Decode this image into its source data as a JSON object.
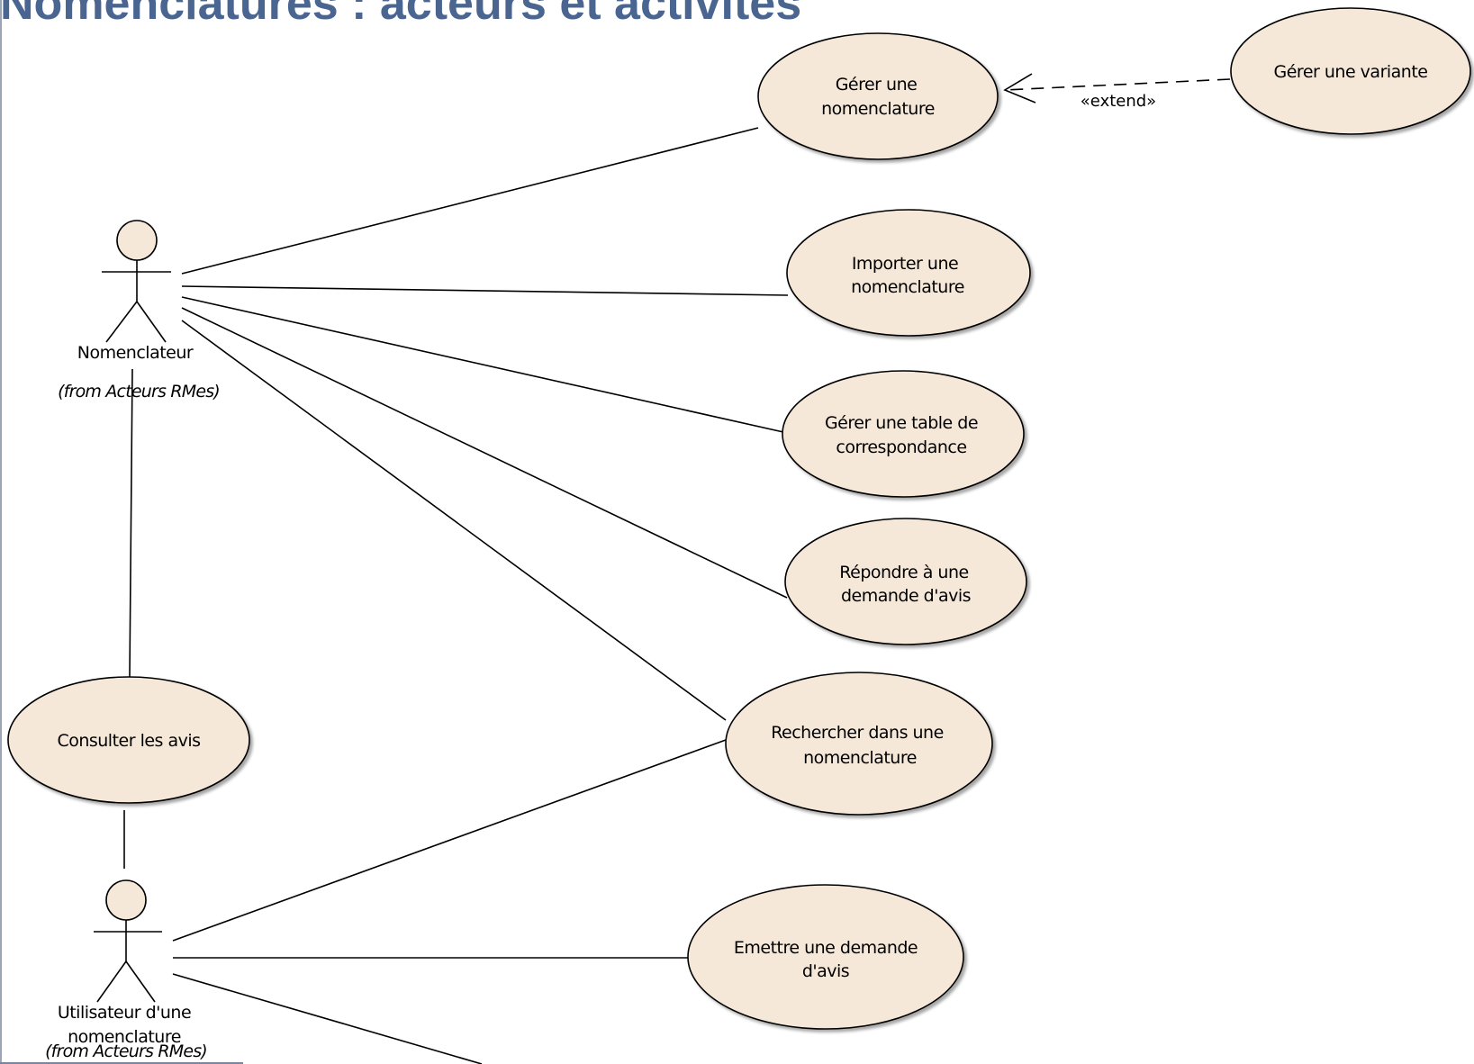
{
  "title": "Nomenclatures : acteurs et activités",
  "colors": {
    "fill": "#f5e8d8",
    "stroke": "#000000",
    "title": "#4a6690"
  },
  "actors": [
    {
      "id": "nomenclateur",
      "name_lines": [
        "Nomenclateur"
      ],
      "origin": "(from Acteurs RMes)"
    },
    {
      "id": "utilisateur",
      "name_lines": [
        "Utilisateur d'une",
        "nomenclature"
      ],
      "origin": "(from Acteurs RMes)"
    }
  ],
  "use_cases": [
    {
      "id": "gerer-nomenclature",
      "lines": [
        "Gérer une",
        "nomenclature"
      ]
    },
    {
      "id": "gerer-variante",
      "lines": [
        "Gérer une variante"
      ]
    },
    {
      "id": "importer-nomenclature",
      "lines": [
        "Importer une",
        "nomenclature"
      ]
    },
    {
      "id": "gerer-table",
      "lines": [
        "Gérer une table de",
        "correspondance"
      ]
    },
    {
      "id": "repondre-avis",
      "lines": [
        "Répondre à une",
        "demande d'avis"
      ]
    },
    {
      "id": "rechercher",
      "lines": [
        "Rechercher dans une",
        "nomenclature"
      ]
    },
    {
      "id": "consulter-avis",
      "lines": [
        "Consulter les avis"
      ]
    },
    {
      "id": "emettre-demande",
      "lines": [
        "Emettre une demande",
        "d'avis"
      ]
    }
  ],
  "relationships": [
    {
      "type": "extend",
      "from": "gerer-variante",
      "to": "gerer-nomenclature",
      "label": "«extend»"
    },
    {
      "type": "association",
      "from": "nomenclateur",
      "to": "gerer-nomenclature"
    },
    {
      "type": "association",
      "from": "nomenclateur",
      "to": "importer-nomenclature"
    },
    {
      "type": "association",
      "from": "nomenclateur",
      "to": "gerer-table"
    },
    {
      "type": "association",
      "from": "nomenclateur",
      "to": "repondre-avis"
    },
    {
      "type": "association",
      "from": "nomenclateur",
      "to": "rechercher"
    },
    {
      "type": "association",
      "from": "nomenclateur",
      "to": "consulter-avis"
    },
    {
      "type": "association",
      "from": "utilisateur",
      "to": "consulter-avis"
    },
    {
      "type": "association",
      "from": "utilisateur",
      "to": "rechercher"
    },
    {
      "type": "association",
      "from": "utilisateur",
      "to": "emettre-demande"
    },
    {
      "type": "association",
      "from": "utilisateur",
      "to": null
    }
  ]
}
